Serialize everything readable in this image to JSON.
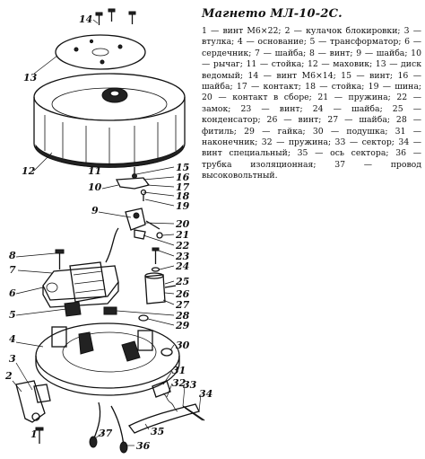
{
  "title": "Магнето МЛ-10-2С.",
  "legend_text": "1 — винт М6×22; 2 — кулачок блокировки; 3 — втулка; 4 — основание; 5 — трансформатор; 6 — сердечник; 7 — шайба; 8 — винт; 9 — шайба; 10 — рычаг; 11 — стойка; 12 — маховик; 13 — диск ведомый; 14 — винт М6×14; 15 — винт; 16 — шайба; 17 — контакт; 18 — стойка; 19 — шина; 20 — контакт в сборе; 21 — пружина; 22 — замок; 23 — винт; 24 — шайба; 25 — конденсатор; 26 — винт; 27 — шайба; 28 — фитиль; 29 — гайка; 30 — подушка; 31 — наконечник; 32 — пружина; 33 — сектор; 34 — винт специальный; 35 — ось сектора; 36 — трубка изоляционная; 37 — провод высоковольтный.",
  "callouts": [
    "1",
    "2",
    "3",
    "4",
    "5",
    "6",
    "7",
    "8",
    "9",
    "10",
    "11",
    "12",
    "13",
    "14",
    "15",
    "16",
    "17",
    "18",
    "19",
    "20",
    "21",
    "22",
    "23",
    "24",
    "25",
    "26",
    "27",
    "28",
    "29",
    "30",
    "31",
    "32",
    "33",
    "34",
    "35",
    "36",
    "37"
  ]
}
